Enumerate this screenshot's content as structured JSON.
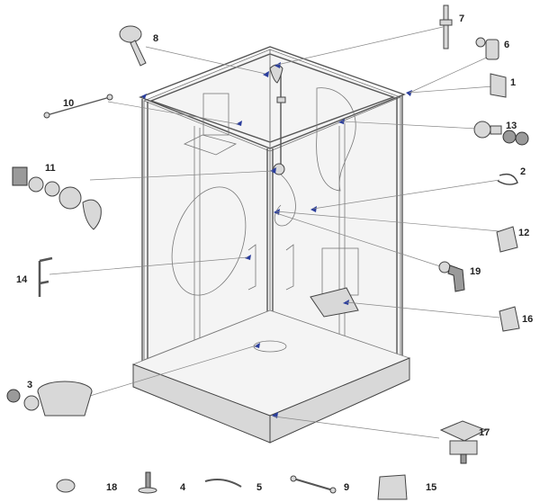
{
  "callouts": [
    {
      "id": "c1",
      "label": "1"
    },
    {
      "id": "c2",
      "label": "2"
    },
    {
      "id": "c3",
      "label": "3"
    },
    {
      "id": "c4",
      "label": "4"
    },
    {
      "id": "c5",
      "label": "5"
    },
    {
      "id": "c6",
      "label": "6"
    },
    {
      "id": "c7",
      "label": "7"
    },
    {
      "id": "c8",
      "label": "8"
    },
    {
      "id": "c9",
      "label": "9"
    },
    {
      "id": "c10",
      "label": "10"
    },
    {
      "id": "c11",
      "label": "11"
    },
    {
      "id": "c12",
      "label": "12"
    },
    {
      "id": "c13",
      "label": "13"
    },
    {
      "id": "c14",
      "label": "14"
    },
    {
      "id": "c15",
      "label": "15"
    },
    {
      "id": "c16",
      "label": "16"
    },
    {
      "id": "c17",
      "label": "17"
    },
    {
      "id": "c18",
      "label": "18"
    },
    {
      "id": "c19",
      "label": "19"
    }
  ],
  "colors": {
    "arrow": "#2a3d9c",
    "line": "#555555",
    "part_fill": "#d8d8d8"
  }
}
